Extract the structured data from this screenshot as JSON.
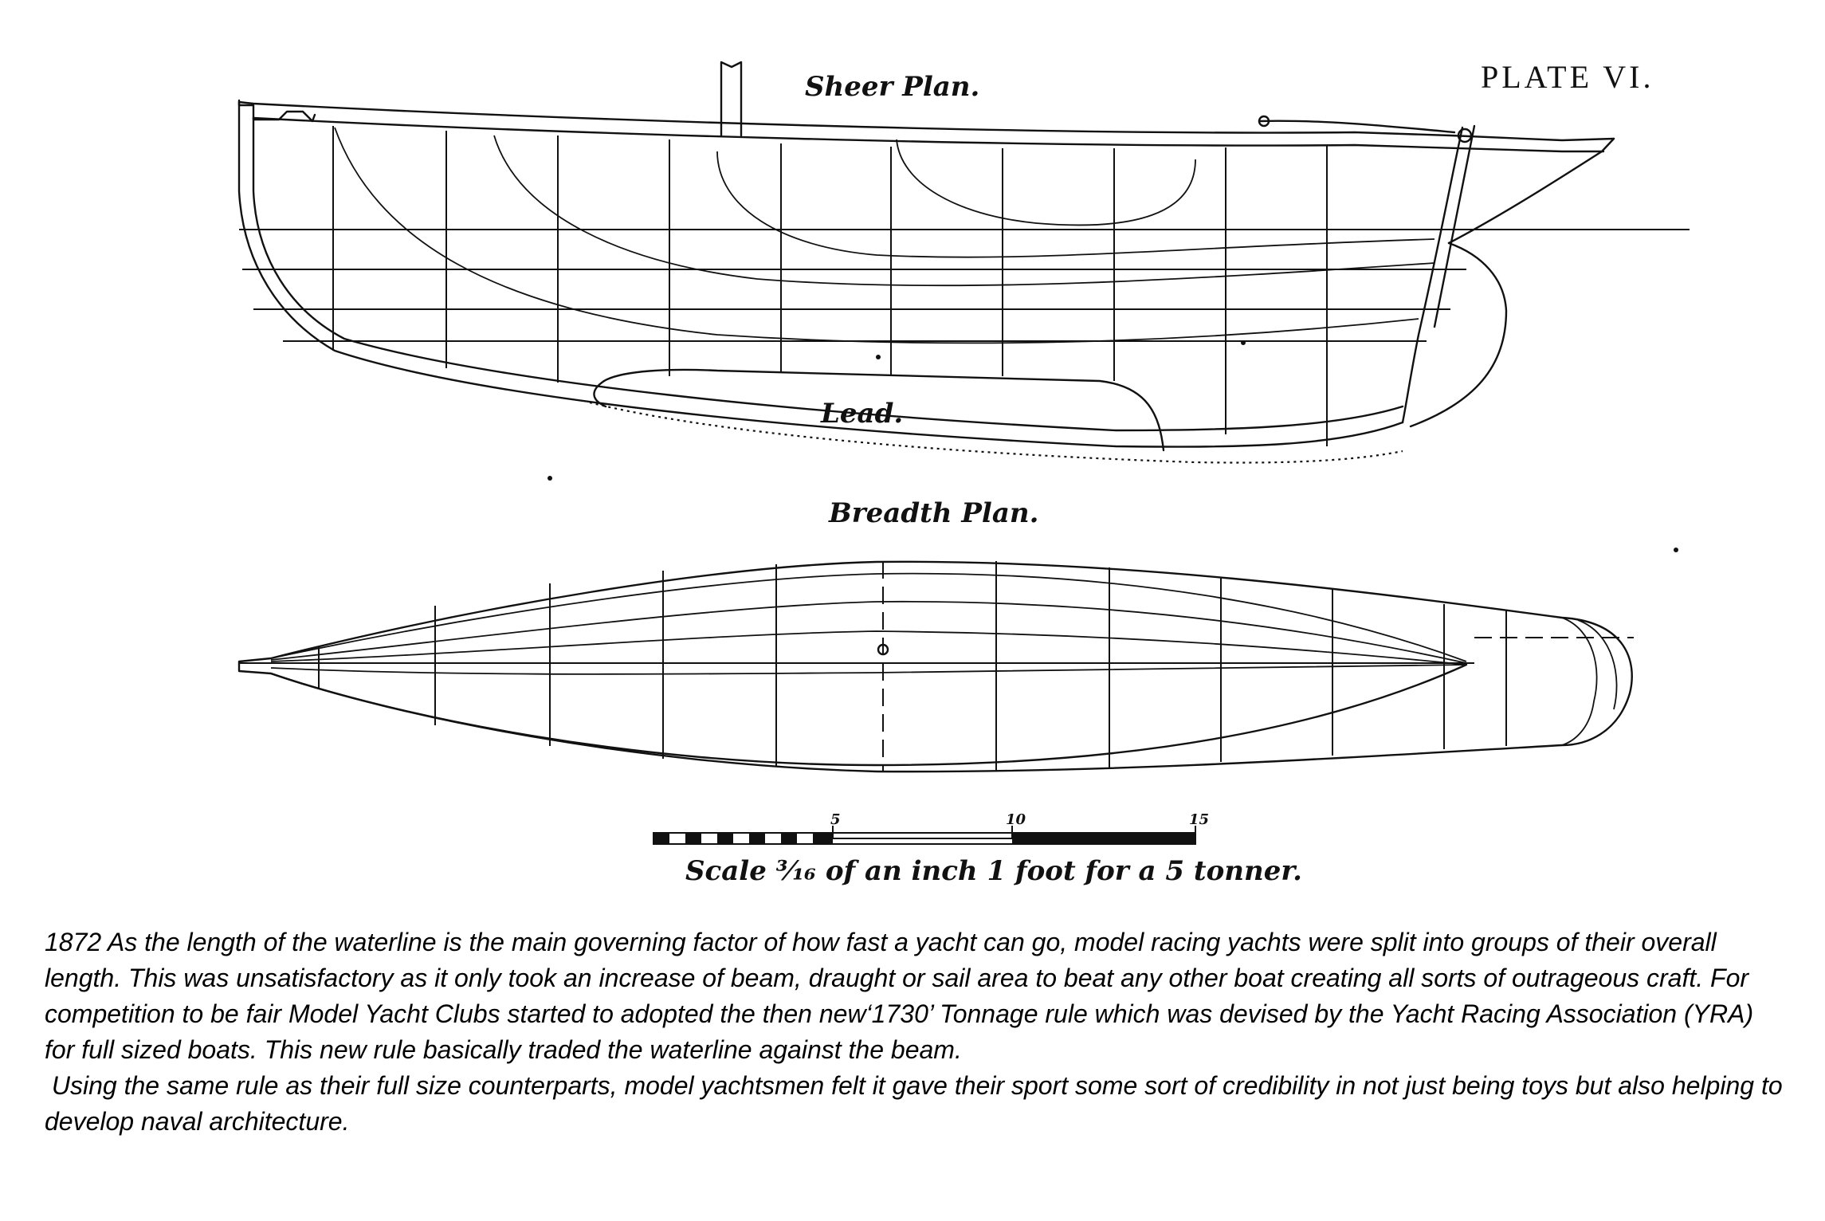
{
  "plate": {
    "title": "PLATE VI.",
    "sheer_plan_label": "Sheer Plan.",
    "lead_label": "Lead.",
    "breadth_plan_label": "Breadth Plan.",
    "scale_label": "Scale ³⁄₁₆ of an inch 1 foot for a 5 tonner.",
    "scale_ticks": [
      "5",
      "10",
      "15"
    ]
  },
  "caption": {
    "paragraph1": "1872 As the length of the waterline is the main governing factor of how fast a yacht can go, model racing yachts were split into groups of their overall length. This was unsatisfactory as it only took an increase of beam, draught or sail area to beat any other boat creating all sorts of outrageous craft. For competition to be fair Model Yacht Clubs started to adopted the then new‘1730’ Tonnage rule which was devised by the Yacht Racing Association (YRA) for full sized boats. This new rule basically traded the waterline against the beam.",
    "paragraph2": " Using the same rule as their full size counterparts, model yachtsmen felt it gave their sport some sort of credibility in not just being toys but also helping to develop naval architecture."
  }
}
